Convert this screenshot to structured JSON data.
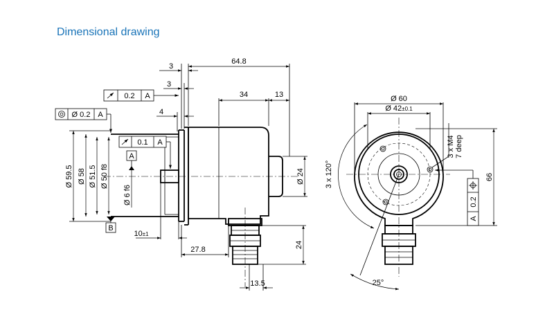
{
  "title": "Dimensional drawing",
  "side_view": {
    "dims": {
      "overall_length": "64.8",
      "flange_3_top": "3",
      "flange_3_second": "3",
      "housing_34": "34",
      "connector_13": "13",
      "offset_4": "4",
      "shaft_10": "10",
      "shaft_10_tol": "±1",
      "connector_27_8": "27.8",
      "connector_24": "24",
      "connector_13_5": "13.5",
      "dia_59_5": "Ø 59.5",
      "dia_58": "Ø 58",
      "dia_51_5": "Ø 51.5",
      "dia_50": "Ø 50 f8",
      "dia_6": "Ø 6 f6",
      "dia_24": "Ø 24"
    },
    "frames": {
      "runout_a": {
        "value": "0.2",
        "datum": "A"
      },
      "runout_b": {
        "value": "0.1",
        "datum": "A"
      },
      "concentricity": {
        "value": "Ø 0.2",
        "datum": "A"
      }
    },
    "datums": {
      "a": "A",
      "b": "B"
    }
  },
  "front_view": {
    "dims": {
      "dia_60": "Ø 60",
      "dia_42": "Ø 42",
      "dia_42_tol": "±0.1",
      "height_66": "66",
      "angle_120": "3 x 120°",
      "angle_25": "25°",
      "thread_line1": "3 x M4",
      "thread_line2": "7 deep"
    },
    "frame": {
      "value": "0.2",
      "datum": "A"
    }
  }
}
